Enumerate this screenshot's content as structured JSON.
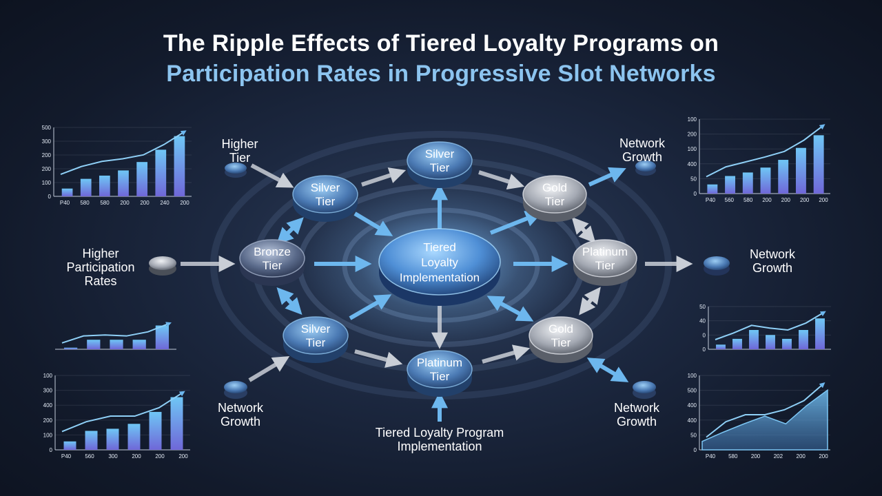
{
  "title": {
    "line1": "The Ripple Effects of Tiered Loyalty Programs on",
    "line2": "Participation Rates in Progressive Slot Networks"
  },
  "colors": {
    "accent": "#8cc4ef",
    "arrow_blue": "#6db7ee",
    "arrow_grey": "#c9ced6",
    "bar_top": "#6fc6f5",
    "bar_bottom": "#6f67d8"
  },
  "nodes": [
    {
      "id": "center",
      "lines": [
        "Tiered",
        "Loyalty",
        "Implementation"
      ],
      "style": "center"
    },
    {
      "id": "silver-top",
      "lines": [
        "Silver",
        "Tier"
      ],
      "style": "blue"
    },
    {
      "id": "silver-upper-left",
      "lines": [
        "Silver",
        "Tier"
      ],
      "style": "blue"
    },
    {
      "id": "bronze",
      "lines": [
        "Bronze",
        "Tier"
      ],
      "style": "bronze"
    },
    {
      "id": "silver-lower-left",
      "lines": [
        "Silver",
        "Tier"
      ],
      "style": "blue"
    },
    {
      "id": "platinum-bottom",
      "lines": [
        "Platinum",
        "Tier"
      ],
      "style": "blue"
    },
    {
      "id": "gold-upper-right",
      "lines": [
        "Gold",
        "Tier"
      ],
      "style": "grey"
    },
    {
      "id": "platinum-right",
      "lines": [
        "Platinum",
        "Tier"
      ],
      "style": "grey"
    },
    {
      "id": "gold-lower-right",
      "lines": [
        "Gold",
        "Tier"
      ],
      "style": "grey"
    }
  ],
  "labels": {
    "higher_tier": [
      "Higher",
      "Tier"
    ],
    "higher_participation": [
      "Higher",
      "Participation",
      "Rates"
    ],
    "network_growth_top_right": [
      "Network",
      "Growth"
    ],
    "network_growth_right": [
      "Network",
      "Growth"
    ],
    "network_growth_bottom_left": [
      "Network",
      "Growth"
    ],
    "network_growth_bottom_right": [
      "Network",
      "Growth"
    ],
    "bottom_caption": [
      "Tiered Loyalty Program",
      "Implementation"
    ]
  },
  "chart_data": [
    {
      "type": "bar",
      "id": "top-left",
      "y_ticks": [
        "0",
        "100",
        "200",
        "200",
        "300",
        "500"
      ],
      "x_ticks": [
        "P40",
        "580",
        "580",
        "200",
        "200",
        "240",
        "200"
      ],
      "values": [
        12,
        27,
        32,
        40,
        53,
        72,
        93
      ],
      "trend": [
        34,
        46,
        54,
        58,
        64,
        80,
        100
      ]
    },
    {
      "type": "bar",
      "id": "mid-left",
      "y_ticks": [],
      "x_ticks": [],
      "values": [
        5,
        30,
        30,
        30,
        75
      ],
      "trend": [
        20,
        42,
        45,
        42,
        55,
        82
      ]
    },
    {
      "type": "bar",
      "id": "bottom-left",
      "y_ticks": [
        "0",
        "100",
        "200",
        "400",
        "300",
        "100"
      ],
      "x_ticks": [
        "P40",
        "560",
        "300",
        "200",
        "200",
        "200"
      ],
      "values": [
        12,
        27,
        30,
        37,
        54,
        75
      ],
      "trend": [
        26,
        40,
        48,
        48,
        60,
        82
      ]
    },
    {
      "type": "bar",
      "id": "top-right",
      "y_ticks": [
        "0",
        "50",
        "400",
        "100",
        "200",
        "100"
      ],
      "x_ticks": [
        "P40",
        "560",
        "580",
        "200",
        "200",
        "200",
        "200"
      ],
      "values": [
        13,
        25,
        30,
        37,
        48,
        65,
        83
      ],
      "trend": [
        24,
        38,
        45,
        52,
        60,
        76,
        97
      ]
    },
    {
      "type": "bar",
      "id": "mid-right",
      "y_ticks": [
        "0",
        "0",
        "40",
        "50"
      ],
      "x_ticks": [],
      "values": [
        12,
        27,
        50,
        37,
        27,
        50,
        80
      ],
      "trend": [
        25,
        42,
        62,
        55,
        50,
        68,
        96
      ]
    },
    {
      "type": "area",
      "id": "bottom-right",
      "y_ticks": [
        "0",
        "50",
        "400",
        "400",
        "500",
        "100"
      ],
      "x_ticks": [
        "P40",
        "580",
        "200",
        "202",
        "200",
        "200"
      ],
      "values": [
        12,
        25,
        37,
        48,
        37,
        63,
        85
      ],
      "trend": [
        18,
        40,
        50,
        50,
        57,
        70,
        94
      ]
    }
  ]
}
